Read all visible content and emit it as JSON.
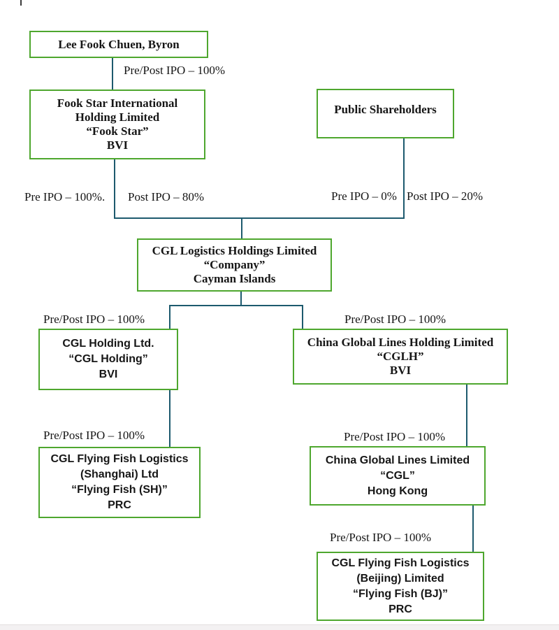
{
  "colors": {
    "box_border": "#4EA72E",
    "connector": "#1D5A6E",
    "text": "#161616",
    "band": "#f3f1f2",
    "band_border": "#e2dfe0"
  },
  "nodes": {
    "lee": {
      "lines": [
        "Lee Fook Chuen, Byron"
      ]
    },
    "fook_star": {
      "lines": [
        "Fook Star International",
        "Holding Limited",
        "“Fook Star”",
        "BVI"
      ]
    },
    "public": {
      "lines": [
        "Public Shareholders"
      ]
    },
    "company": {
      "lines": [
        "CGL Logistics Holdings Limited",
        "“Company”",
        "Cayman Islands"
      ]
    },
    "cgl_holding": {
      "lines": [
        "CGL Holding Ltd.",
        "“CGL Holding”",
        "BVI"
      ]
    },
    "cglh": {
      "lines": [
        "China Global Lines Holding Limited",
        "“CGLH”",
        "BVI"
      ]
    },
    "flying_fish_sh": {
      "lines": [
        "CGL Flying Fish Logistics",
        "(Shanghai) Ltd",
        "“Flying Fish (SH)”",
        "PRC"
      ]
    },
    "cgl_hk": {
      "lines": [
        "China Global Lines Limited",
        "“CGL”",
        "Hong Kong"
      ]
    },
    "flying_fish_bj": {
      "lines": [
        "CGL Flying Fish Logistics",
        "(Beijing) Limited",
        "“Flying Fish (BJ)”",
        "PRC"
      ]
    }
  },
  "edge_labels": {
    "lee_to_fook": "Pre/Post IPO – 100%",
    "fook_pre": "Pre IPO – 100%.",
    "fook_post": "Post IPO – 80%",
    "public_pre": "Pre IPO – 0%",
    "public_post": "Post IPO – 20%",
    "company_to_cgl_holding": "Pre/Post IPO – 100%",
    "company_to_cglh": "Pre/Post IPO – 100%",
    "cgl_holding_to_sh": "Pre/Post IPO – 100%",
    "cglh_to_hk": "Pre/Post IPO – 100%",
    "hk_to_bj": "Pre/Post IPO – 100%"
  }
}
